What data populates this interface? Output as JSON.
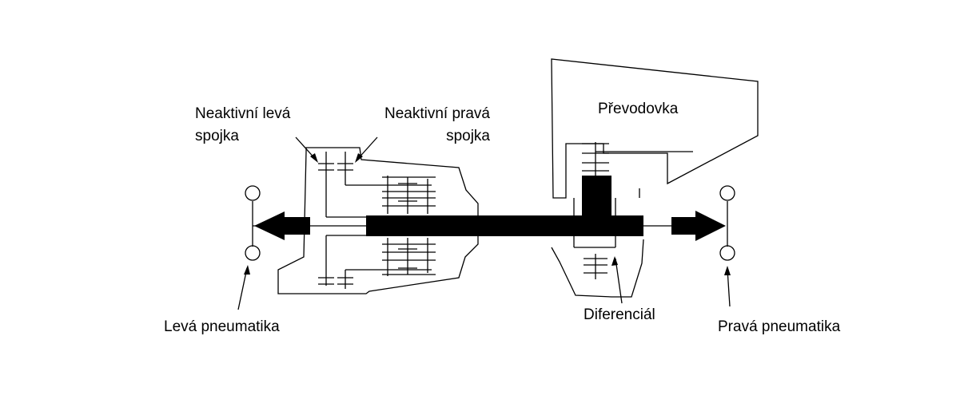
{
  "labels": {
    "left_clutch_line1": "Neaktivní levá",
    "left_clutch_line2": "spojka",
    "right_clutch_line1": "Neaktivní pravá",
    "right_clutch_line2": "spojka",
    "gearbox": "Převodovka",
    "left_tire": "Levá pneumatika",
    "differential": "Diferenciál",
    "right_tire": "Pravá pneumatika"
  },
  "colors": {
    "ink": "#000000",
    "background": "#ffffff"
  }
}
